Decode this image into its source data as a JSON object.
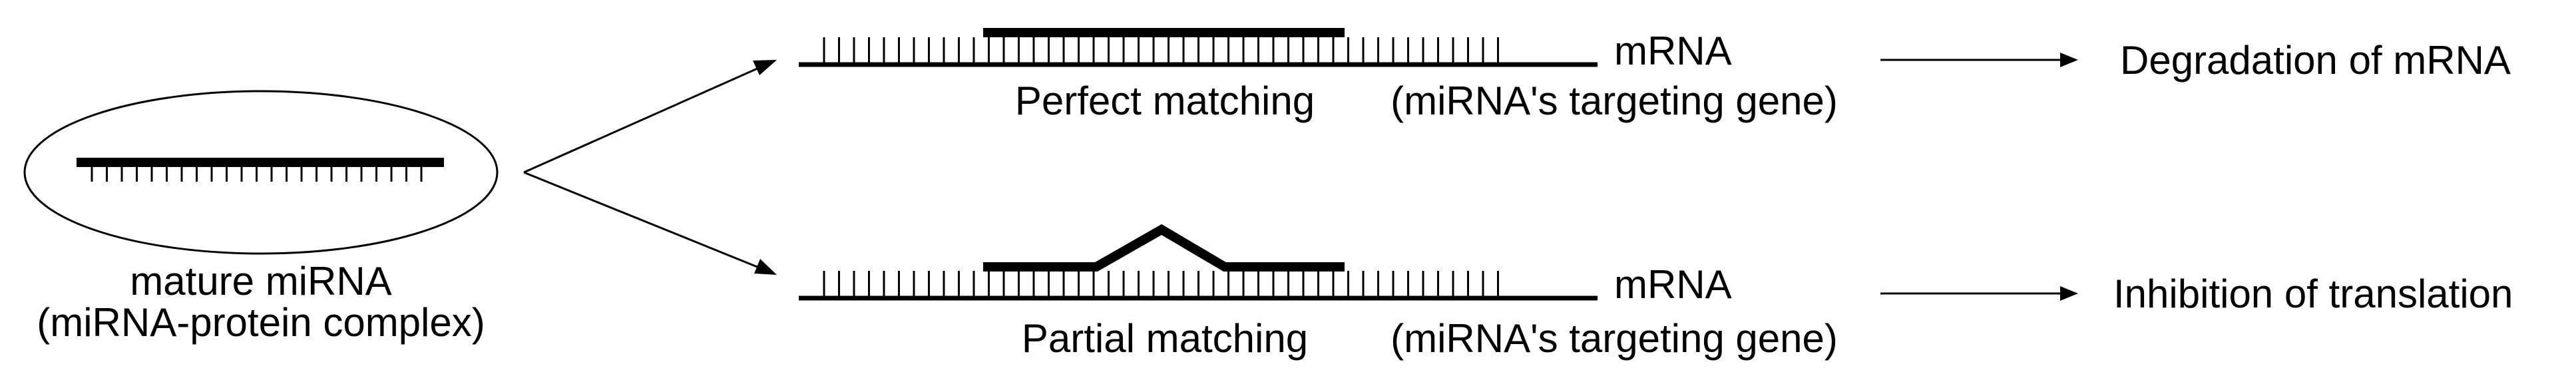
{
  "complex": {
    "label_line1": "mature miRNA",
    "label_line2": "(miRNA-protein complex)"
  },
  "top_pathway": {
    "strand_label": "mRNA",
    "matching_label": "Perfect matching",
    "gene_label": "(miRNA's targeting gene)",
    "outcome": "Degradation of mRNA"
  },
  "bottom_pathway": {
    "strand_label": "mRNA",
    "matching_label": "Partial matching",
    "gene_label": "(miRNA's targeting gene)",
    "outcome": "Inhibition of translation"
  }
}
